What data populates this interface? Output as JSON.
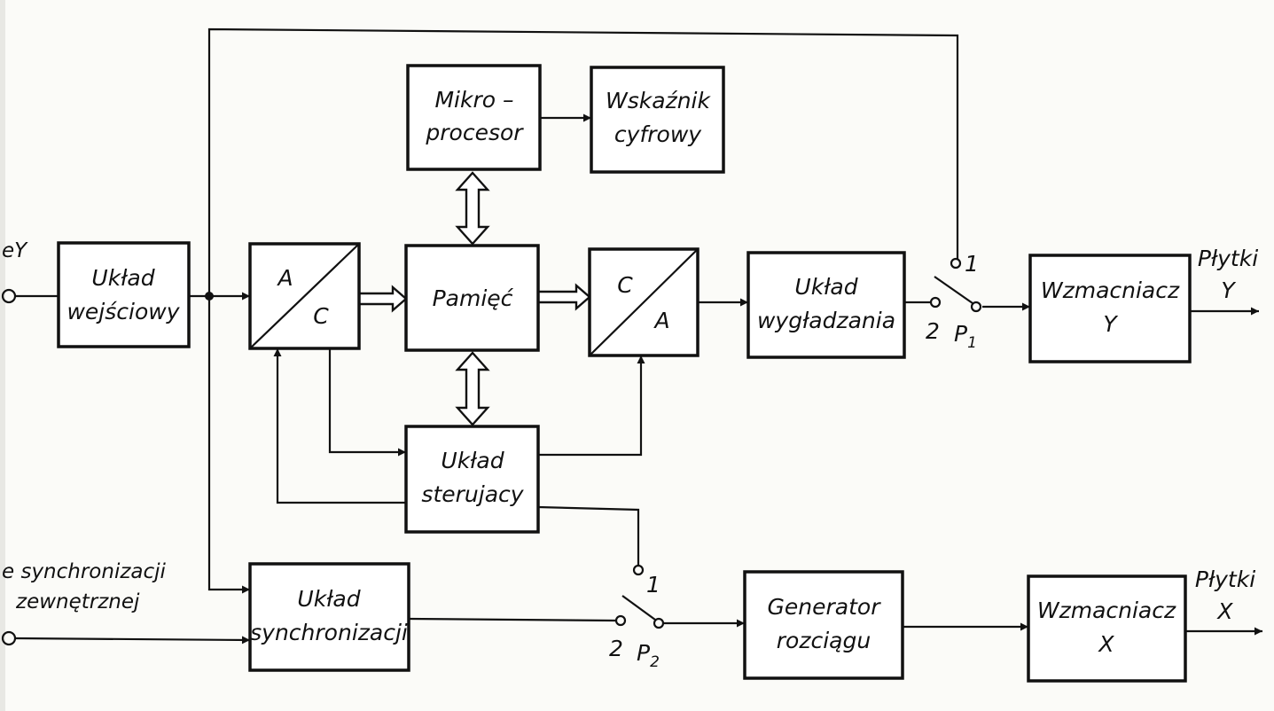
{
  "blocks": {
    "input_circuit": [
      "Układ",
      "wejściowy"
    ],
    "adc": {
      "top": "A",
      "bottom": "C"
    },
    "memory": "Pamięć",
    "dac": {
      "top": "C",
      "bottom": "A"
    },
    "microprocessor": [
      "Mikro –",
      "procesor"
    ],
    "digital_display": [
      "Wskaźnik",
      "cyfrowy"
    ],
    "smoothing_circuit": [
      "Układ",
      "wygładzania"
    ],
    "control_circuit": [
      "Układ",
      "sterujacy"
    ],
    "amplifier_y": [
      "Wzmacniacz",
      "Y"
    ],
    "sync_circuit": [
      "Układ",
      "synchronizacji"
    ],
    "sweep_generator": [
      "Generator",
      "rozciągu"
    ],
    "amplifier_x": [
      "Wzmacniacz",
      "X"
    ]
  },
  "switches": {
    "p1": {
      "name": "P",
      "sub": "1",
      "pos1": "1",
      "pos2": "2"
    },
    "p2": {
      "name": "P",
      "sub": "2",
      "pos1": "1",
      "pos2": "2"
    }
  },
  "outputs": {
    "plates_y": [
      "Płytki",
      "Y"
    ],
    "plates_x": [
      "Płytki",
      "X"
    ]
  },
  "inputs": {
    "external_sync": [
      "e synchronizacji",
      "zewnętrznej"
    ],
    "y_partial": "eY"
  }
}
